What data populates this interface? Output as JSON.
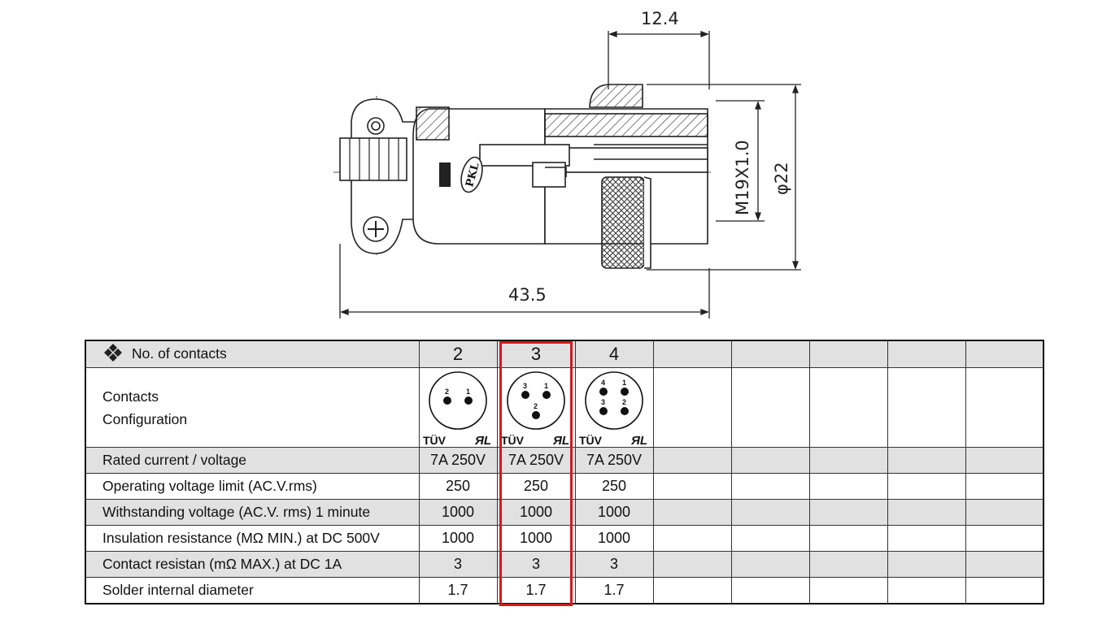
{
  "drawing": {
    "dim_top": "12.4",
    "dim_bottom": "43.5",
    "dim_thread": "M19X1.0",
    "dim_diameter": "φ22",
    "logo_text": "PKL"
  },
  "table": {
    "header_label": "No. of contacts",
    "contacts": [
      "2",
      "3",
      "4"
    ],
    "config_label_1": "Contacts",
    "config_label_2": "Configuration",
    "cert_tuv": "TÜV",
    "cert_ul": "ЯL",
    "pins": {
      "two": [
        "2",
        "1"
      ],
      "three": [
        "3",
        "1",
        "2"
      ],
      "four": [
        "4",
        "1",
        "3",
        "2"
      ]
    },
    "rows": [
      {
        "label": "Rated current / voltage",
        "values": [
          "7A 250V",
          "7A 250V",
          "7A 250V"
        ]
      },
      {
        "label": "Operating voltage limit (AC.V.rms)",
        "values": [
          "250",
          "250",
          "250"
        ]
      },
      {
        "label": "Withstanding voltage (AC.V. rms) 1 minute",
        "values": [
          "1000",
          "1000",
          "1000"
        ]
      },
      {
        "label": "Insulation resistance (MΩ MIN.) at DC 500V",
        "values": [
          "1000",
          "1000",
          "1000"
        ]
      },
      {
        "label": "Contact resistan (mΩ MAX.) at DC 1A",
        "values": [
          "3",
          "3",
          "3"
        ]
      },
      {
        "label": "Solder internal diameter",
        "values": [
          "1.7",
          "1.7",
          "1.7"
        ]
      }
    ],
    "highlighted_column": "3",
    "highlight_color": "#d11b1b"
  }
}
